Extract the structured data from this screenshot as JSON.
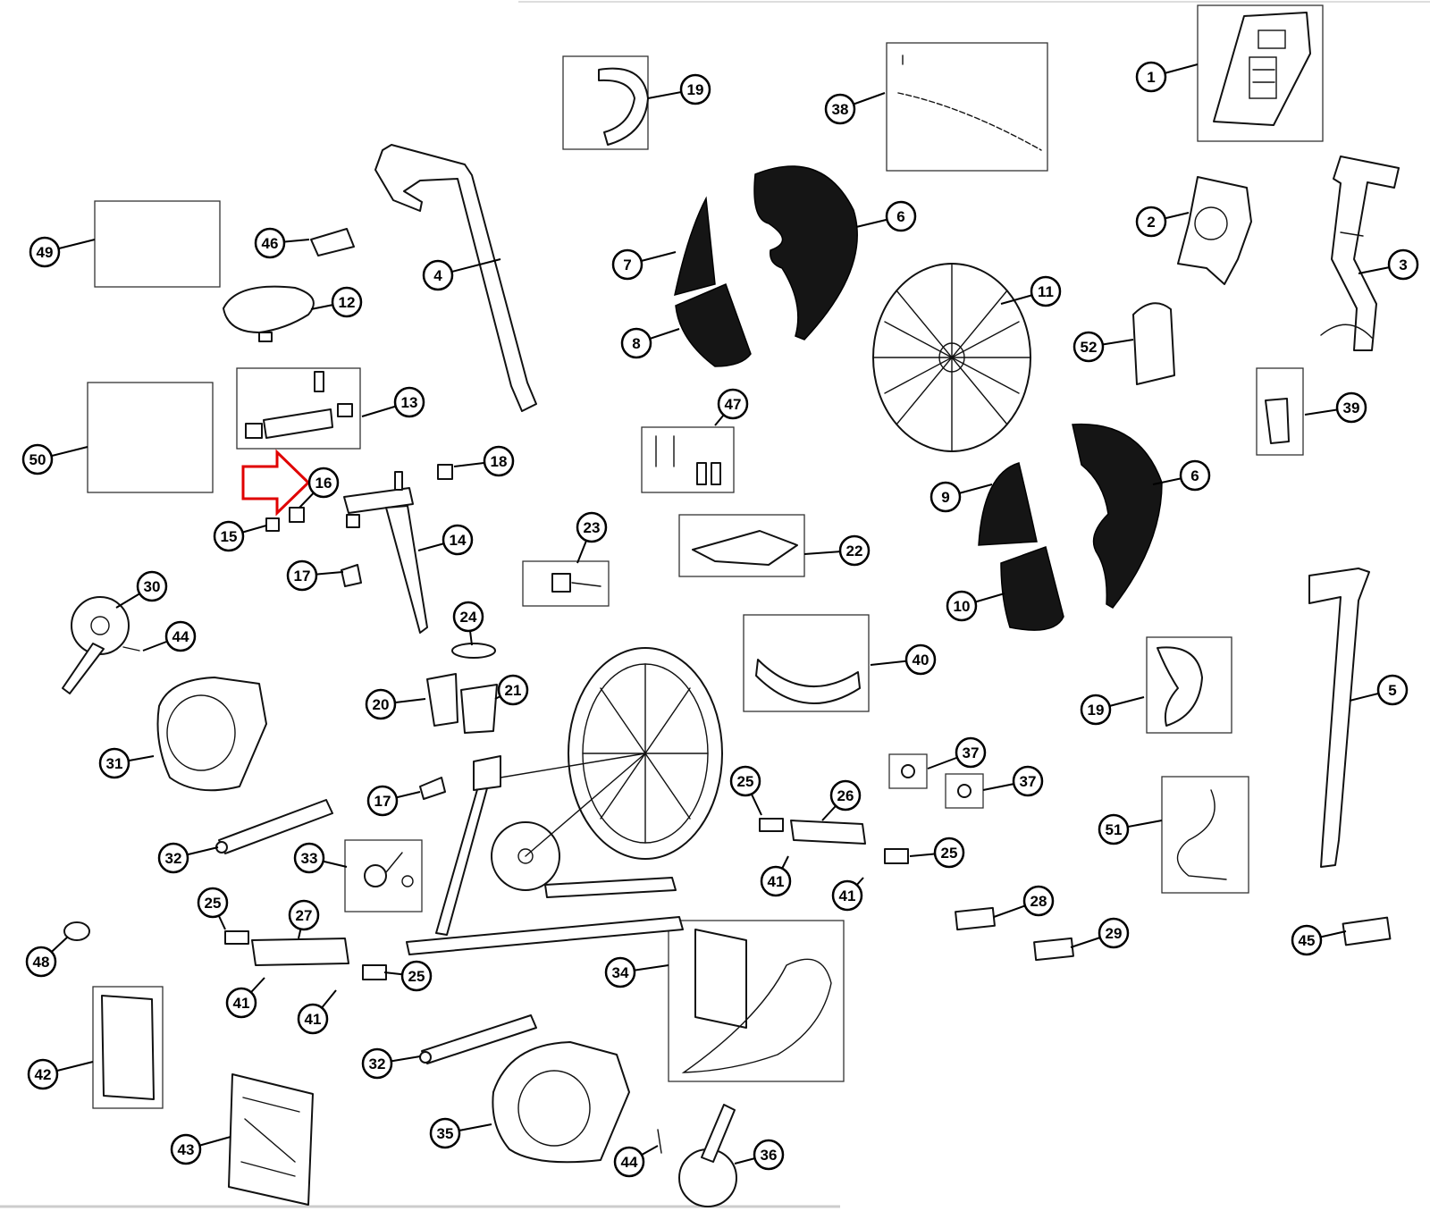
{
  "diagram": {
    "kind": "exploded parts diagram",
    "highlight": {
      "part": "16",
      "color": "#e00000"
    }
  },
  "callouts": [
    "1",
    "2",
    "3",
    "4",
    "5",
    "6",
    "6",
    "7",
    "8",
    "9",
    "10",
    "11",
    "12",
    "13",
    "14",
    "15",
    "16",
    "17",
    "17",
    "18",
    "19",
    "19",
    "20",
    "21",
    "22",
    "23",
    "24",
    "25",
    "25",
    "25",
    "25",
    "26",
    "27",
    "28",
    "29",
    "30",
    "31",
    "32",
    "32",
    "33",
    "34",
    "35",
    "36",
    "37",
    "37",
    "38",
    "39",
    "40",
    "41",
    "41",
    "41",
    "41",
    "42",
    "43",
    "44",
    "44",
    "45",
    "46",
    "47",
    "48",
    "49",
    "50",
    "51",
    "52"
  ]
}
